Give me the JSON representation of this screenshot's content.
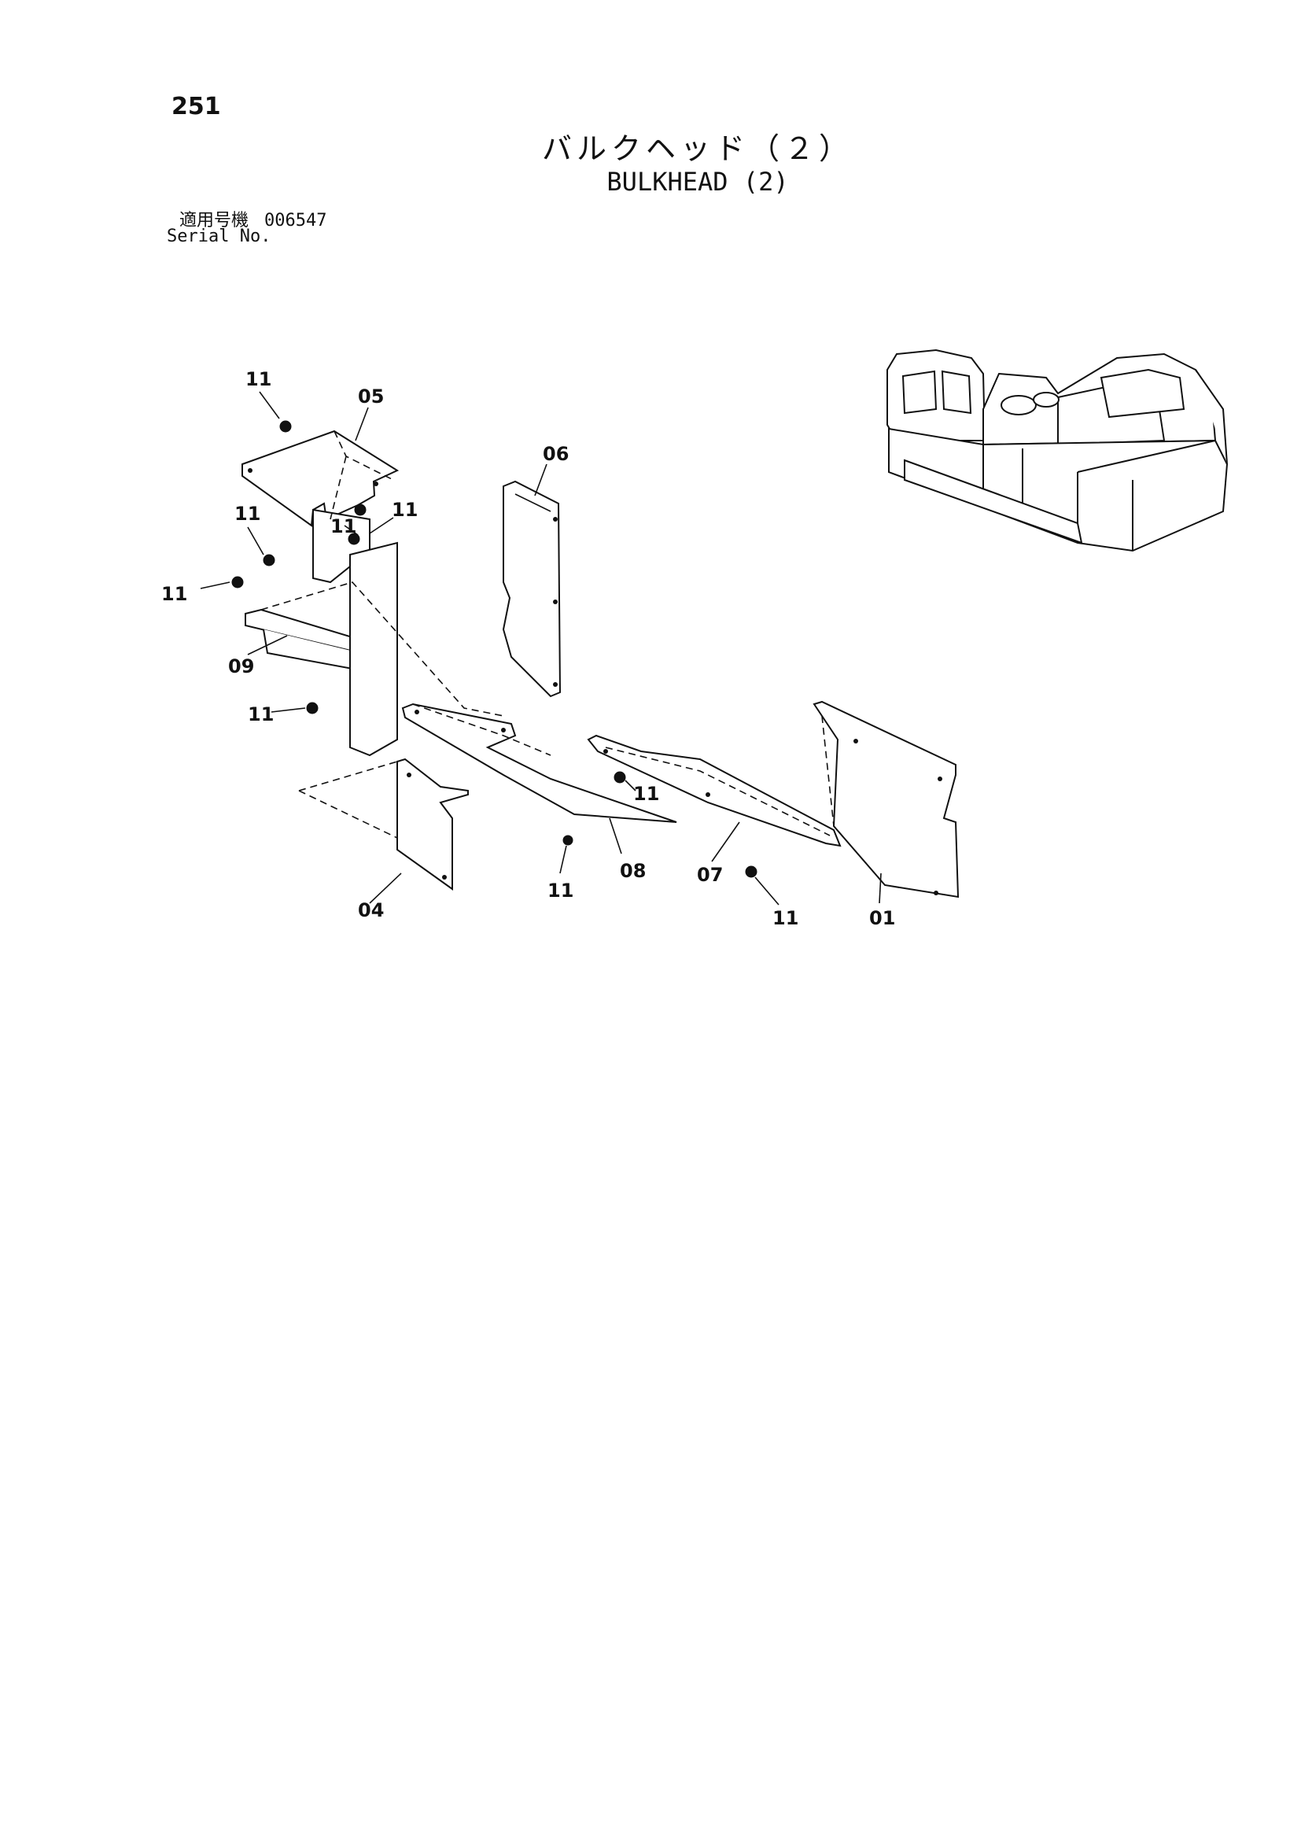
{
  "page": {
    "number": "251",
    "title_jp": "バルクヘッド（２）",
    "title_en": "BULKHEAD (2)",
    "serial_label_jp": "適用号機",
    "serial_value": "006547",
    "serial_label_en": "Serial No."
  },
  "callouts": {
    "c11_a": "11",
    "c05": "05",
    "c06": "06",
    "c11_b": "11",
    "c11_c": "11",
    "c11_d": "11",
    "c11_e": "11",
    "c09": "09",
    "c11_f": "11",
    "c11_g": "11",
    "c11_h": "11",
    "c08": "08",
    "c07": "07",
    "c11_i": "11",
    "c01": "01",
    "c04": "04"
  }
}
